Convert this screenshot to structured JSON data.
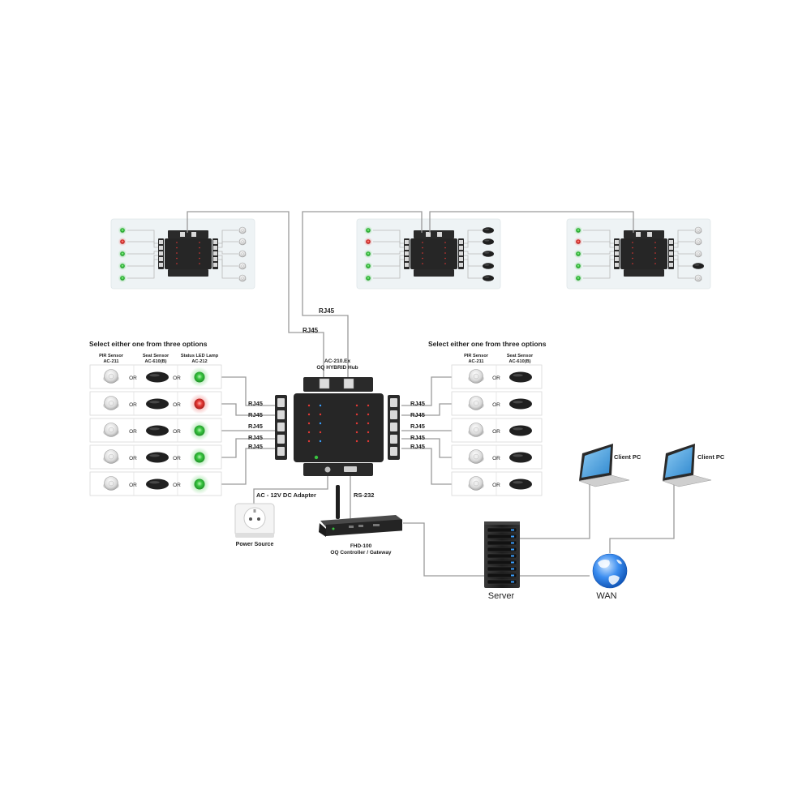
{
  "hub": {
    "model": "AC-210.Ex",
    "name": "OQ HYBRID Hub",
    "left_ports": [
      "RJ45",
      "RJ45",
      "RJ45",
      "RJ45",
      "RJ45"
    ],
    "right_ports": [
      "RJ45",
      "RJ45",
      "RJ45",
      "RJ45",
      "RJ45"
    ]
  },
  "uplinks": [
    "RJ45",
    "RJ45"
  ],
  "left_panel": {
    "title": "Select either one from three options",
    "headers": [
      {
        "line1": "PIR Sensor",
        "line2": "AC-211"
      },
      {
        "line1": "Seat Sensor",
        "line2": "AC-610(B)"
      },
      {
        "line1": "Status LED Lamp",
        "line2": "AC-212"
      }
    ],
    "or_label": "OR",
    "led_states": [
      "green",
      "red",
      "green",
      "green",
      "green"
    ]
  },
  "right_panel": {
    "title": "Select either one from three options",
    "headers": [
      {
        "line1": "PIR Sensor",
        "line2": "AC-211"
      },
      {
        "line1": "Seat Sensor",
        "line2": "AC-610(B)"
      }
    ],
    "or_label": "OR"
  },
  "power": {
    "adapter_label": "AC - 12V DC Adapter",
    "source_label": "Power Source"
  },
  "controller": {
    "link_label": "RS-232",
    "model": "FHD-100",
    "name": "OQ Controller / Gateway"
  },
  "server_label": "Server",
  "wan_label": "WAN",
  "client_pcs": [
    "Client PC",
    "Client PC"
  ],
  "remote_hubs": [
    {
      "led_states": [
        "green",
        "red",
        "green",
        "green",
        "green"
      ],
      "right_device": "pir"
    },
    {
      "led_states": [
        "green",
        "red",
        "green",
        "green",
        "green"
      ],
      "right_device": "seat"
    },
    {
      "led_states": [
        "green",
        "red",
        "green",
        "green",
        "green"
      ],
      "right_device": "mixed"
    }
  ],
  "colors": {
    "line": "#9a9a9a",
    "led_green": "#38c43f",
    "led_red": "#e53935",
    "device_dark": "#262626",
    "panel_bg": "#eef3f5",
    "wan_blue": "#1e6fd9"
  }
}
